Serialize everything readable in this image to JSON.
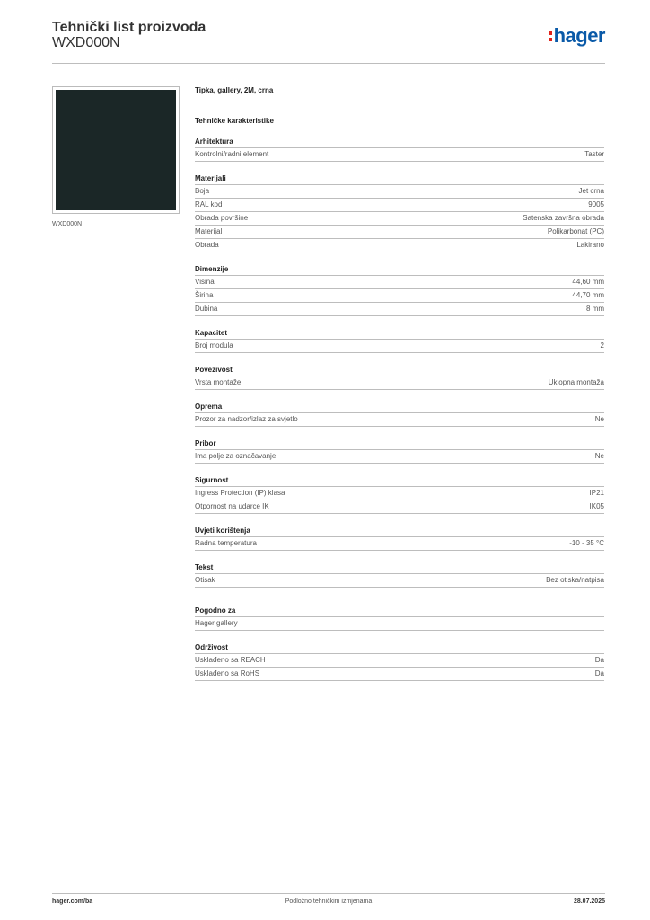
{
  "header": {
    "title": "Tehnički list proizvoda",
    "subtitle": "WXD000N",
    "logo": "hager"
  },
  "image": {
    "caption": "WXD000N",
    "color": "#1b2727"
  },
  "product_name": "Tipka, gallery, 2M, crna",
  "section_title": "Tehničke karakteristike",
  "sections": [
    {
      "title": "Arhitektura",
      "rows": [
        {
          "label": "Kontrolni/radni element",
          "value": "Taster"
        }
      ]
    },
    {
      "title": "Materijali",
      "rows": [
        {
          "label": "Boja",
          "value": "Jet crna"
        },
        {
          "label": "RAL kod",
          "value": "9005"
        },
        {
          "label": "Obrada površine",
          "value": "Satenska završna obrada"
        },
        {
          "label": "Materijal",
          "value": "Polikarbonat (PC)"
        },
        {
          "label": "Obrada",
          "value": "Lakirano"
        }
      ]
    },
    {
      "title": "Dimenzije",
      "rows": [
        {
          "label": "Visina",
          "value": "44,60 mm"
        },
        {
          "label": "Širina",
          "value": "44,70 mm"
        },
        {
          "label": "Dubina",
          "value": "8 mm"
        }
      ]
    },
    {
      "title": "Kapacitet",
      "rows": [
        {
          "label": "Broj modula",
          "value": "2"
        }
      ]
    },
    {
      "title": "Povezivost",
      "rows": [
        {
          "label": "Vrsta montaže",
          "value": "Uklopna montaža"
        }
      ]
    },
    {
      "title": "Oprema",
      "rows": [
        {
          "label": "Prozor za nadzor/izlaz za svjetlo",
          "value": "Ne"
        }
      ]
    },
    {
      "title": "Pribor",
      "rows": [
        {
          "label": "Ima polje za označavanje",
          "value": "Ne"
        }
      ]
    },
    {
      "title": "Sigurnost",
      "rows": [
        {
          "label": "Ingress Protection (IP) klasa",
          "value": "IP21"
        },
        {
          "label": "Otpornost na udarce IK",
          "value": "IK05"
        }
      ]
    },
    {
      "title": "Uvjeti korištenja",
      "rows": [
        {
          "label": "Radna temperatura",
          "value": "-10 - 35 °C"
        }
      ]
    },
    {
      "title": "Tekst",
      "rows": [
        {
          "label": "Otisak",
          "value": "Bez otiska/natpisa"
        }
      ]
    },
    {
      "title": "Pogodno za",
      "gap": true,
      "rows": [
        {
          "label": "Hager gallery",
          "value": ""
        }
      ]
    },
    {
      "title": "Održivost",
      "rows": [
        {
          "label": "Usklađeno sa REACH",
          "value": "Da"
        },
        {
          "label": "Usklađeno sa RoHS",
          "value": "Da"
        }
      ]
    }
  ],
  "footer": {
    "left": "hager.com/ba",
    "center": "Podložno tehničkim izmjenama",
    "right": "28.07.2025"
  }
}
